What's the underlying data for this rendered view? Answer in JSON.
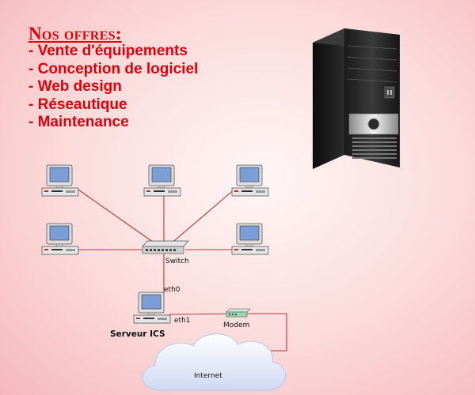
{
  "offers": {
    "title": "Nos offres:",
    "items": [
      "- Vente d'équipements",
      "- Conception de logiciel",
      "- Web design",
      "- Réseautique",
      "- Maintenance"
    ]
  },
  "network": {
    "switch_label": "Switch",
    "eth0_label": "eth0",
    "eth1_label": "eth1",
    "server_label": "Serveur ICS",
    "modem_label": "Modem",
    "internet_label": "Internet"
  },
  "colors": {
    "offer_text": "#e1000a",
    "link": "#b83838",
    "monitor_screen": "#7d9dd6"
  }
}
